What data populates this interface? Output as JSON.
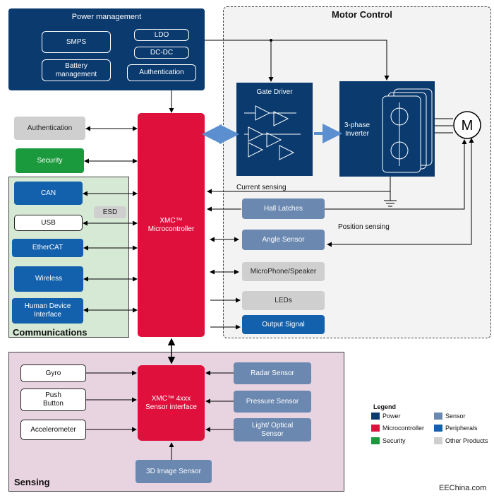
{
  "power": {
    "title": "Power management",
    "smps": "SMPS",
    "battery": "Battery\nmanagement",
    "ldo": "LDO",
    "dcdc": "DC-DC",
    "auth": "Authentication"
  },
  "motor": {
    "title": "Motor Control",
    "gate_driver": "Gate Driver",
    "inverter": "3-phase\nInverter",
    "motor_symbol": "M"
  },
  "left": {
    "authentication": "Authentication",
    "security": "Security"
  },
  "comms": {
    "title": "Communications",
    "can": "CAN",
    "usb": "USB",
    "esd": "ESD",
    "ethercat": "EtherCAT",
    "wireless": "Wireless",
    "hdi": "Human Device\nInterface"
  },
  "mcu": {
    "label": "XMC™\nMicrocontroller"
  },
  "right": {
    "current_sensing": "Current sensing",
    "hall": "Hall Latches",
    "position_sensing": "Position sensing",
    "angle": "Angle Sensor",
    "mic": "MicroPhone/Speaker",
    "leds": "LEDs",
    "output": "Output Signal"
  },
  "sensing": {
    "title": "Sensing",
    "gyro": "Gyro",
    "push": "Push\nButton",
    "accel": "Accelerometer",
    "sensor_if": "XMC™ 4xxx\nSensor interface",
    "radar": "Radar Sensor",
    "pressure": "Pressure Sensor",
    "light": "Light/ Optical\nSensor",
    "image3d": "3D Image Sensor"
  },
  "legend": {
    "title": "Legend",
    "power": "Power",
    "microcontroller": "Microcontroller",
    "security": "Security",
    "sensor": "Sensor",
    "peripherals": "Peripherals",
    "other": "Other Products"
  },
  "colors": {
    "power": "#0a3a6e",
    "microcontroller": "#e0103d",
    "security": "#1a9a3c",
    "sensor": "#6a88b0",
    "peripherals": "#1361ad",
    "other": "#cfcfcf"
  },
  "watermark": "EEChina.com"
}
